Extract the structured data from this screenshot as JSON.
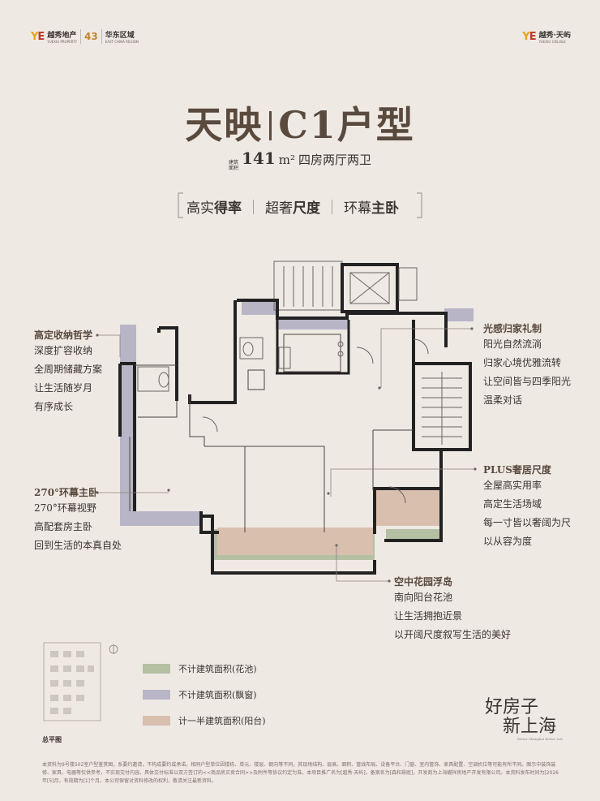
{
  "header": {
    "left_brand_cn": "越秀地产",
    "left_brand_en": "YUEXIU PROPERTY",
    "left_badge": "43",
    "left_region_cn": "华东区域",
    "left_region_en": "EAST CHINA REGION",
    "right_brand_cn": "越秀·天屿",
    "right_brand_en": "YUEXIU CIELISLE"
  },
  "title": {
    "name": "天映",
    "type": "C1户型",
    "area_label_1": "建筑",
    "area_label_2": "面积",
    "area_value": "141",
    "area_unit": "m²",
    "layout": "四房两厅两卫"
  },
  "tags": [
    {
      "normal": "高实",
      "bold": "得率"
    },
    {
      "normal": "超奢",
      "bold": "尺度"
    },
    {
      "normal": "环幕",
      "bold": "主卧"
    }
  ],
  "callouts": {
    "storage": {
      "heading": "高定收纳哲学",
      "lines": [
        "深度扩容收纳",
        "全周期储藏方案",
        "让生活随岁月",
        "有序成长"
      ]
    },
    "master": {
      "heading": "270°环幕主卧",
      "lines": [
        "270°环幕视野",
        "高配套房主卧",
        "回到生活的本真自处"
      ]
    },
    "entry": {
      "heading": "光感归家礼制",
      "lines": [
        "阳光自然流淌",
        "归家心境优雅流转",
        "让空间皆与四季阳光",
        "温柔对话"
      ]
    },
    "plus": {
      "heading": "PLUS奢居尺度",
      "lines": [
        "全屋高实用率",
        "高定生活场域",
        "每一寸皆以奢阔为尺",
        "以从容为度"
      ]
    },
    "garden": {
      "heading": "空中花园浮岛",
      "lines": [
        "南向阳台花池",
        "让生活拥抱近景",
        "以开阔尺度叙写生活的美好"
      ]
    }
  },
  "legend": [
    {
      "label": "不计建筑面积(花池)",
      "color": "#b5c0a3"
    },
    {
      "label": "不计建筑面积(飘窗)",
      "color": "#b8b5c6"
    },
    {
      "label": "计一半建筑面积(阳台)",
      "color": "#d9bfae"
    }
  ],
  "site_plan_label": "总平图",
  "slogan": {
    "line1": "好房子",
    "line2": "新上海",
    "en": "Better Shanghai Better Life"
  },
  "footer": "本资料为9号楼502室户型鉴赏图，系要约邀请，不构成要约或承诺。相同户型单位因楼栋、单元、楼层、朝向等不同，其现场结构、层高、面积、管线布局、设备平台、门窗、室内管饰、家具配置、空调机位等可能有所不同。图示中装饰装修、家具、电器等仅供参考，不实现交付内容。具体交付标准以双方签订的<<商品房买卖合同>>及附件等协议约定为准。本项目推广名为[越秀·天屿]，备案名为[森和璟庭]，开发商为上海樾祥房地产开发有限公司。本资料发布时间为[2026年[5]月，有效期为[1]个月。本公司保留对资料修改的权利，敬请关注最新资料。"
}
